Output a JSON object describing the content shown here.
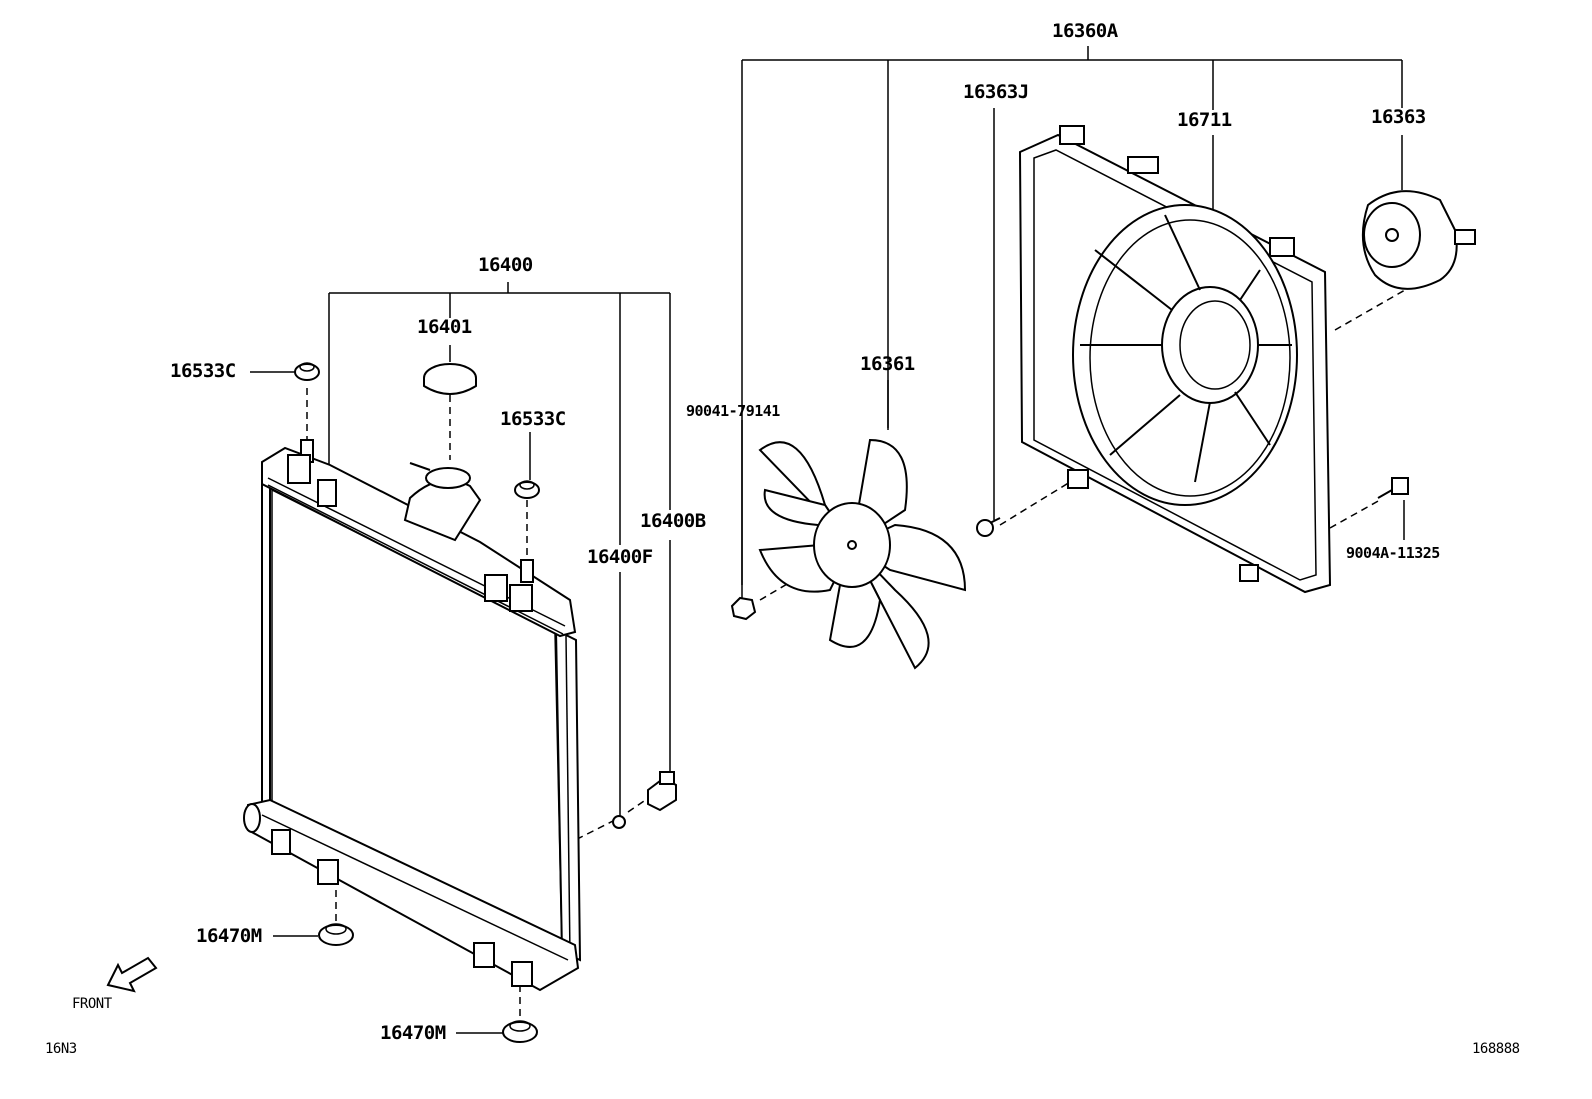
{
  "labels": {
    "p16360A": "16360A",
    "p16363J": "16363J",
    "p16711": "16711",
    "p16363": "16363",
    "p16400": "16400",
    "p16401": "16401",
    "p16533C_a": "16533C",
    "p16533C_b": "16533C",
    "p16361": "16361",
    "p90041": "90041-79141",
    "p16400B": "16400B",
    "p16400F": "16400F",
    "p9004A": "9004A-11325",
    "p16470M_a": "16470M",
    "p16470M_b": "16470M",
    "front": "FRONT",
    "code_left": "16N3",
    "code_right": "168888"
  }
}
